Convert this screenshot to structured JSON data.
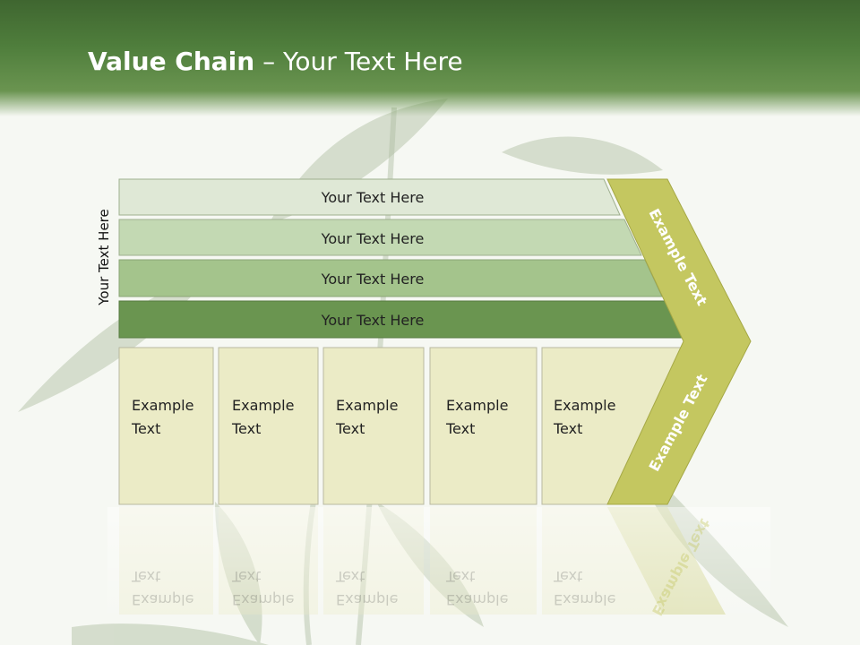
{
  "slide": {
    "title_bold": "Value Chain",
    "title_rest": " – Your Text Here",
    "side_label": "Your Text Here"
  },
  "bands": [
    {
      "label": "Your Text Here",
      "color": "#dfe8d6"
    },
    {
      "label": "Your Text Here",
      "color": "#c3d9b3"
    },
    {
      "label": "Your Text Here",
      "color": "#a4c48c"
    },
    {
      "label": "Your Text Here",
      "color": "#6a9550"
    }
  ],
  "cells": [
    {
      "line1": "Example",
      "line2": "Text"
    },
    {
      "line1": "Example",
      "line2": "Text"
    },
    {
      "line1": "Example",
      "line2": "Text"
    },
    {
      "line1": "Example",
      "line2": "Text"
    },
    {
      "line1": "Example",
      "line2": "Text"
    }
  ],
  "chevron": {
    "upper_text": "Example Text",
    "lower_text": "Example Text",
    "color": "#c4c760"
  },
  "colors": {
    "header": "#4f7e3c",
    "cell_fill": "#ebebc6",
    "cell_border": "#b8b8a0"
  }
}
